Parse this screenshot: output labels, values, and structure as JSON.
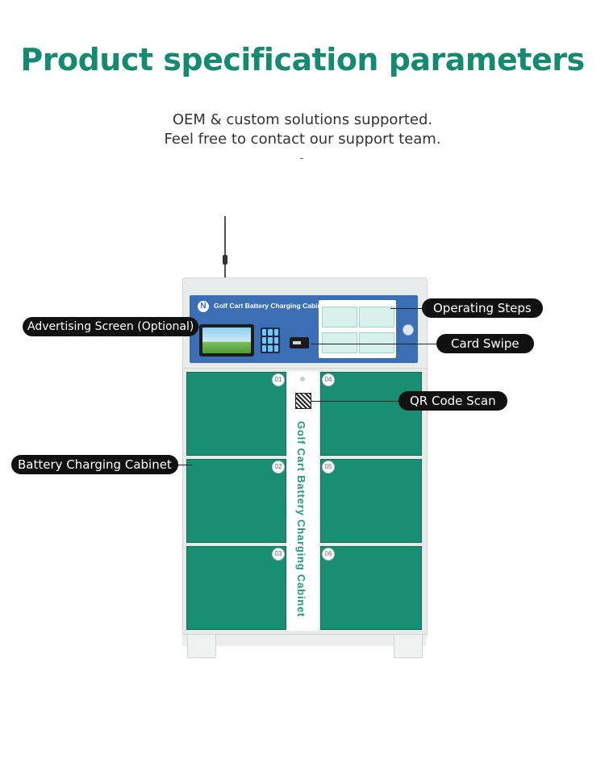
{
  "header": {
    "title": "Product specification parameters",
    "subtitle_line1": "OEM & custom solutions supported.",
    "subtitle_line2": "Feel free to contact our support team."
  },
  "cabinet": {
    "panel_title": "Golf Cart Battery Charging Cabinet",
    "side_text": "Golf Cart Battery Charging Cabinet",
    "door_numbers": [
      "01",
      "02",
      "03",
      "04",
      "05",
      "06"
    ]
  },
  "callouts": {
    "advertising_screen": "Advertising Screen (Optional)",
    "operating_steps": "Operating Steps",
    "card_swipe": "Card Swipe",
    "qr_code_scan": "QR Code Scan",
    "battery_cabinet": "Battery Charging Cabinet"
  },
  "colors": {
    "brand_green": "#148a73",
    "door_green": "#188f73",
    "panel_blue": "#3a6fb6",
    "label_bg": "#111111"
  }
}
